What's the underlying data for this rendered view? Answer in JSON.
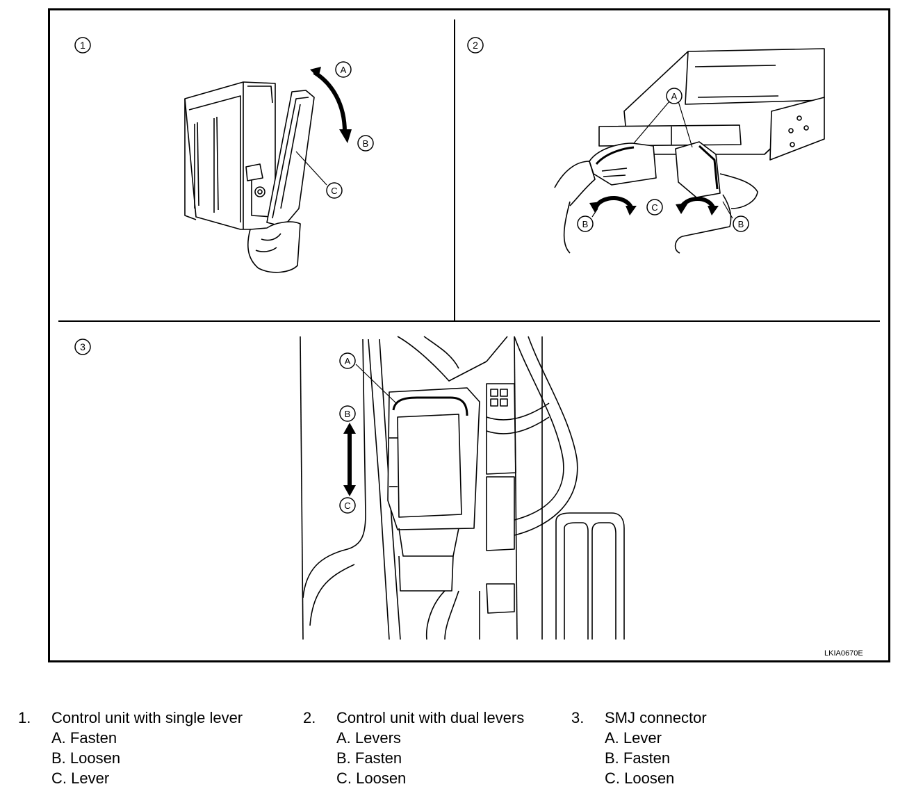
{
  "figure_code": "LKIA0670E",
  "panels": [
    {
      "number": "1",
      "labels": [
        "A",
        "B",
        "C"
      ]
    },
    {
      "number": "2",
      "labels": [
        "A",
        "B",
        "C",
        "B"
      ]
    },
    {
      "number": "3",
      "labels": [
        "A",
        "B",
        "C"
      ]
    }
  ],
  "legend": [
    {
      "number": "1.",
      "title": "Control unit with single lever",
      "items": [
        "A. Fasten",
        "B. Loosen",
        "C. Lever"
      ]
    },
    {
      "number": "2.",
      "title": "Control unit with dual levers",
      "items": [
        "A. Levers",
        "B. Fasten",
        "C. Loosen"
      ]
    },
    {
      "number": "3.",
      "title": "SMJ connector",
      "items": [
        "A. Lever",
        "B. Fasten",
        "C. Loosen"
      ]
    }
  ]
}
